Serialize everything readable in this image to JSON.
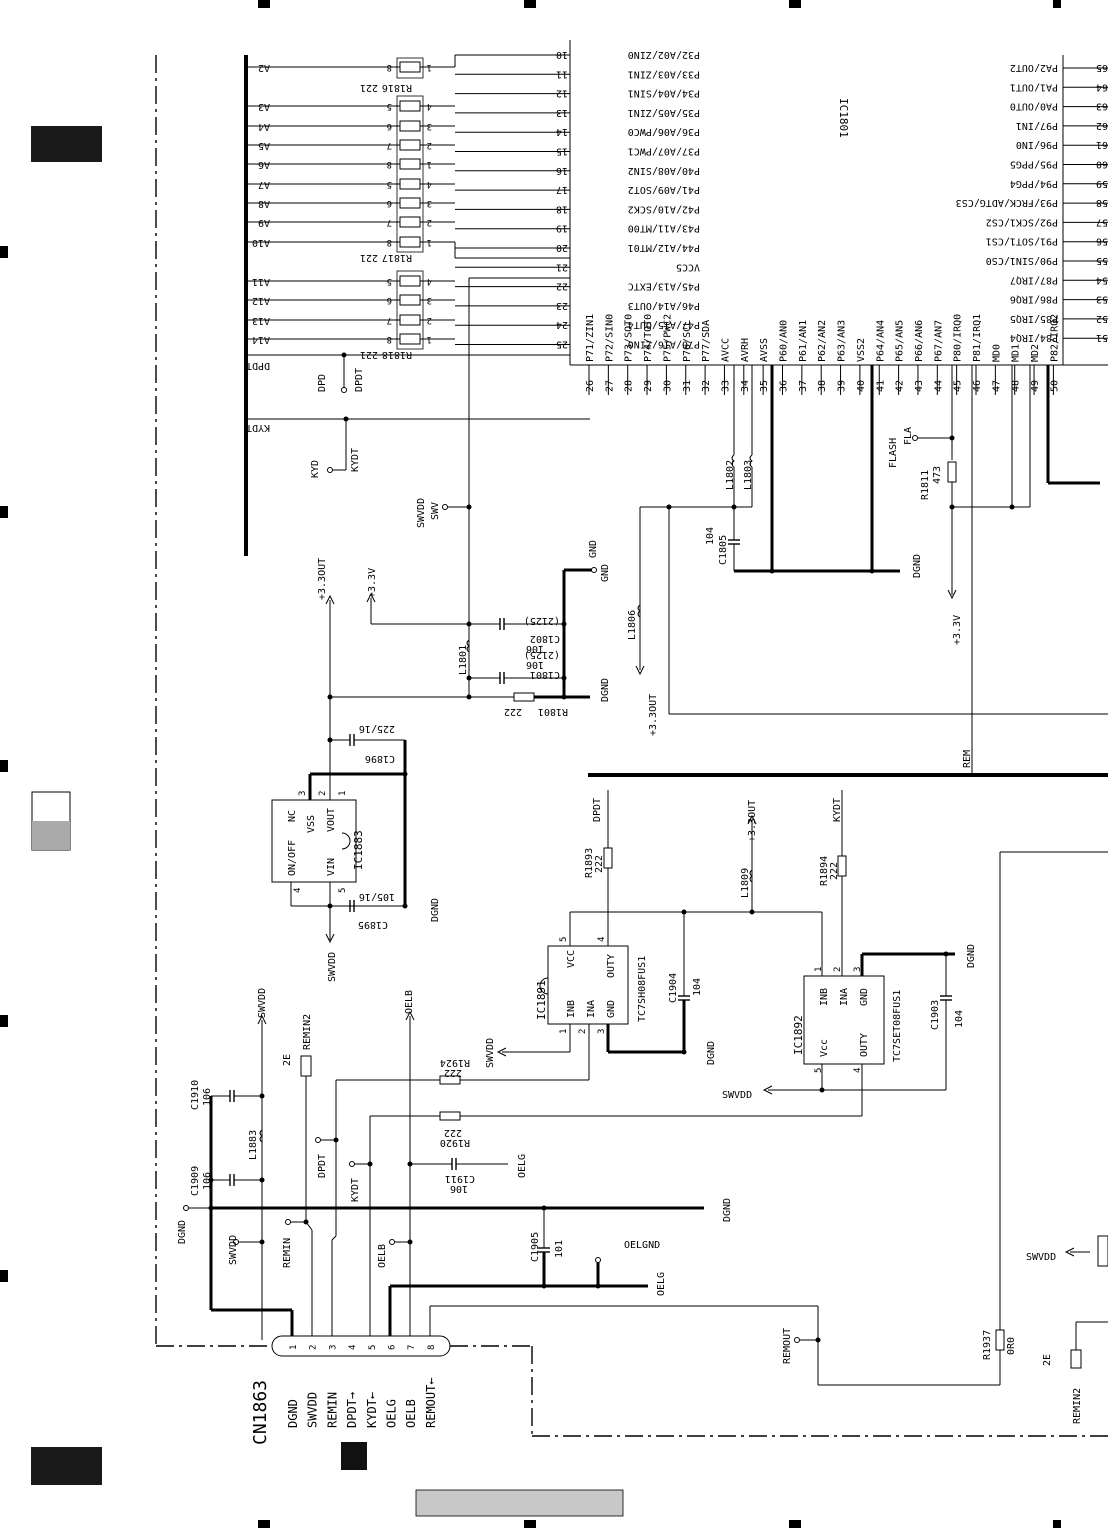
{
  "ic1801": {
    "ref": "IC1801",
    "left_pins": [
      {
        "num": "10",
        "name": "P32/A02/ZIN0"
      },
      {
        "num": "11",
        "name": "P33/A03/ZIN1"
      },
      {
        "num": "12",
        "name": "P34/A04/SIN1"
      },
      {
        "num": "13",
        "name": "P35/A05/ZIN1"
      },
      {
        "num": "14",
        "name": "P36/A06/PWC0"
      },
      {
        "num": "15",
        "name": "P37/A07/PWC1"
      },
      {
        "num": "16",
        "name": "P40/A08/SIN2"
      },
      {
        "num": "17",
        "name": "P41/A09/SOT2"
      },
      {
        "num": "18",
        "name": "P42/A10/SCK2"
      },
      {
        "num": "19",
        "name": "P43/A11/MT00"
      },
      {
        "num": "20",
        "name": "P44/A12/MT01"
      },
      {
        "num": "21",
        "name": "VCC5"
      },
      {
        "num": "22",
        "name": "P45/A13/EXTC"
      },
      {
        "num": "23",
        "name": "P46/A14/OUT3"
      },
      {
        "num": "24",
        "name": "P47/A15/OUT4"
      },
      {
        "num": "25",
        "name": "P70/A16/ZIN0"
      }
    ],
    "bottom_pins": [
      {
        "num": "26",
        "name": "P71/ZIN1"
      },
      {
        "num": "27",
        "name": "P72/SIN0"
      },
      {
        "num": "28",
        "name": "P73/SOT0"
      },
      {
        "num": "29",
        "name": "P74/TOT0"
      },
      {
        "num": "30",
        "name": "P75/PWC2"
      },
      {
        "num": "31",
        "name": "P76/SCL"
      },
      {
        "num": "32",
        "name": "P77/SDA"
      },
      {
        "num": "33",
        "name": "AVCC"
      },
      {
        "num": "34",
        "name": "AVRH"
      },
      {
        "num": "35",
        "name": "AVSS"
      },
      {
        "num": "36",
        "name": "P60/AN0"
      },
      {
        "num": "37",
        "name": "P61/AN1"
      },
      {
        "num": "38",
        "name": "P62/AN2"
      },
      {
        "num": "39",
        "name": "P63/AN3"
      },
      {
        "num": "40",
        "name": "VSS2"
      },
      {
        "num": "41",
        "name": "P64/AN4"
      },
      {
        "num": "42",
        "name": "P65/AN5"
      },
      {
        "num": "43",
        "name": "P66/AN6"
      },
      {
        "num": "44",
        "name": "P67/AN7"
      },
      {
        "num": "45",
        "name": "P80/IRQ0"
      },
      {
        "num": "46",
        "name": "P81/IRQ1"
      },
      {
        "num": "47",
        "name": "MD0"
      },
      {
        "num": "48",
        "name": "MD1"
      },
      {
        "num": "49",
        "name": "MD2"
      },
      {
        "num": "50",
        "name": "P82/IRQ2"
      }
    ],
    "right_pins": [
      {
        "num": "65",
        "name": "PA2/OUT2"
      },
      {
        "num": "64",
        "name": "PA1/OUT1"
      },
      {
        "num": "63",
        "name": "PA0/OUT0"
      },
      {
        "num": "62",
        "name": "P97/IN1"
      },
      {
        "num": "61",
        "name": "P96/IN0"
      },
      {
        "num": "60",
        "name": "P95/PPG5"
      },
      {
        "num": "59",
        "name": "P94/PPG4"
      },
      {
        "num": "58",
        "name": "P93/FRCK/ADTG/CS3"
      },
      {
        "num": "57",
        "name": "P92/SCK1/CS2"
      },
      {
        "num": "56",
        "name": "P91/SOT1/CS1"
      },
      {
        "num": "55",
        "name": "P90/SIN1/CS0"
      },
      {
        "num": "54",
        "name": "P87/IRQ7"
      },
      {
        "num": "53",
        "name": "P86/IRQ6"
      },
      {
        "num": "52",
        "name": "P85/IRQ5"
      },
      {
        "num": "51",
        "name": "P84/IRQ4"
      }
    ]
  },
  "bus_labels": [
    "A2",
    "A3",
    "A4",
    "A5",
    "A6",
    "A7",
    "A8",
    "A9",
    "A10",
    "A11",
    "A12",
    "A13",
    "A14",
    "DPDT",
    "KYDT"
  ],
  "resistor_arrays": [
    {
      "ref": "R1816",
      "value": "221"
    },
    {
      "ref": "R1817",
      "value": "221"
    },
    {
      "ref": "R1818",
      "value": "221"
    }
  ],
  "array_pins": {
    "a": [
      "8",
      "5",
      "6",
      "7",
      "8",
      "5",
      "6",
      "7",
      "8",
      "5",
      "6",
      "7",
      "8"
    ],
    "b": [
      "1",
      "4",
      "3",
      "2",
      "1",
      "4",
      "3",
      "2",
      "1",
      "4",
      "3",
      "2",
      "1"
    ]
  },
  "parts": {
    "L1802": "L1802",
    "L1803": "L1803",
    "C1805": "C1805",
    "C1805_val": "104",
    "L1806": "L1806",
    "R1811": "R1811",
    "R1811_val": "473",
    "L1801": "L1801",
    "C1802": "C1802",
    "C1802_val": "106",
    "C1802_size": "(2125)",
    "C1801": "C1801",
    "C1801_val": "106",
    "C1801_size": "(2125)",
    "R1801": "R1801",
    "R1801_val": "222",
    "C1896": "C1896",
    "C1896_val": "225/16",
    "C1895": "C1895",
    "C1895_val": "105/16",
    "R1893": "R1893",
    "R1893_val": "222",
    "R1894": "R1894",
    "R1894_val": "222",
    "L1809": "L1809",
    "C1904": "C1904",
    "C1904_val": "104",
    "C1903": "C1903",
    "C1903_val": "104",
    "R1924": "R1924",
    "R1924_val": "222",
    "R1920": "R1920",
    "R1920_val": "222",
    "C1910": "C1910",
    "C1910_val": "106",
    "C1909": "C1909",
    "C1909_val": "106",
    "L1883": "L1883",
    "C1911": "C1911",
    "C1911_val": "106",
    "C1905": "C1905",
    "C1905_val": "101",
    "R1937": "R1937",
    "R1937_val": "0R0"
  },
  "ic1883": {
    "ref": "IC1883",
    "pins": {
      "onoff": "ON/OFF",
      "nc": "NC",
      "vss": "VSS",
      "vin": "VIN",
      "vout": "VOUT"
    },
    "nums": [
      "4",
      "5",
      "3",
      "2",
      "1"
    ]
  },
  "ic1891": {
    "ref": "IC1891",
    "part": "TC7SH08FUS1",
    "pins": {
      "vcc": "VCC",
      "inb": "INB",
      "ina": "INA",
      "gnd": "GND",
      "outy": "OUTY"
    },
    "nums": [
      "5",
      "4",
      "1",
      "2",
      "3"
    ]
  },
  "ic1892": {
    "ref": "IC1892",
    "part": "TC7SET08FUS1",
    "pins": {
      "inb": "INB",
      "ina": "INA",
      "gnd": "GND",
      "vcc": "Vcc",
      "outy": "OUTY"
    },
    "nums": [
      "1",
      "2",
      "3",
      "5",
      "4"
    ]
  },
  "nets": {
    "dgnd": "DGND",
    "gnd": "GND",
    "swvdd": "SWVDD",
    "swv": "SWV",
    "v33": "+3.3V",
    "v33out": "+3.3OUT",
    "dpd": "DPD",
    "dpdt": "DPDT",
    "kyd": "KYD",
    "kydt": "KYDT",
    "flash": "FLASH",
    "fla": "FLA",
    "rem": "REM",
    "remin": "REMIN",
    "remin2": "REMIN2",
    "oelb": "OELB",
    "oelg": "OELG",
    "oelgnd": "OELGND",
    "remout": "REMOUT",
    "e2": "2E",
    "e2b": "2E"
  },
  "connector": {
    "ref": "CN1863",
    "pins": [
      "1",
      "2",
      "3",
      "4",
      "5",
      "6",
      "7",
      "8"
    ],
    "labels": [
      "DGND",
      "SWVDD",
      "REMIN",
      "DPDT→",
      "KYDT←",
      "OELG",
      "OELB",
      "REMOUT←"
    ]
  }
}
